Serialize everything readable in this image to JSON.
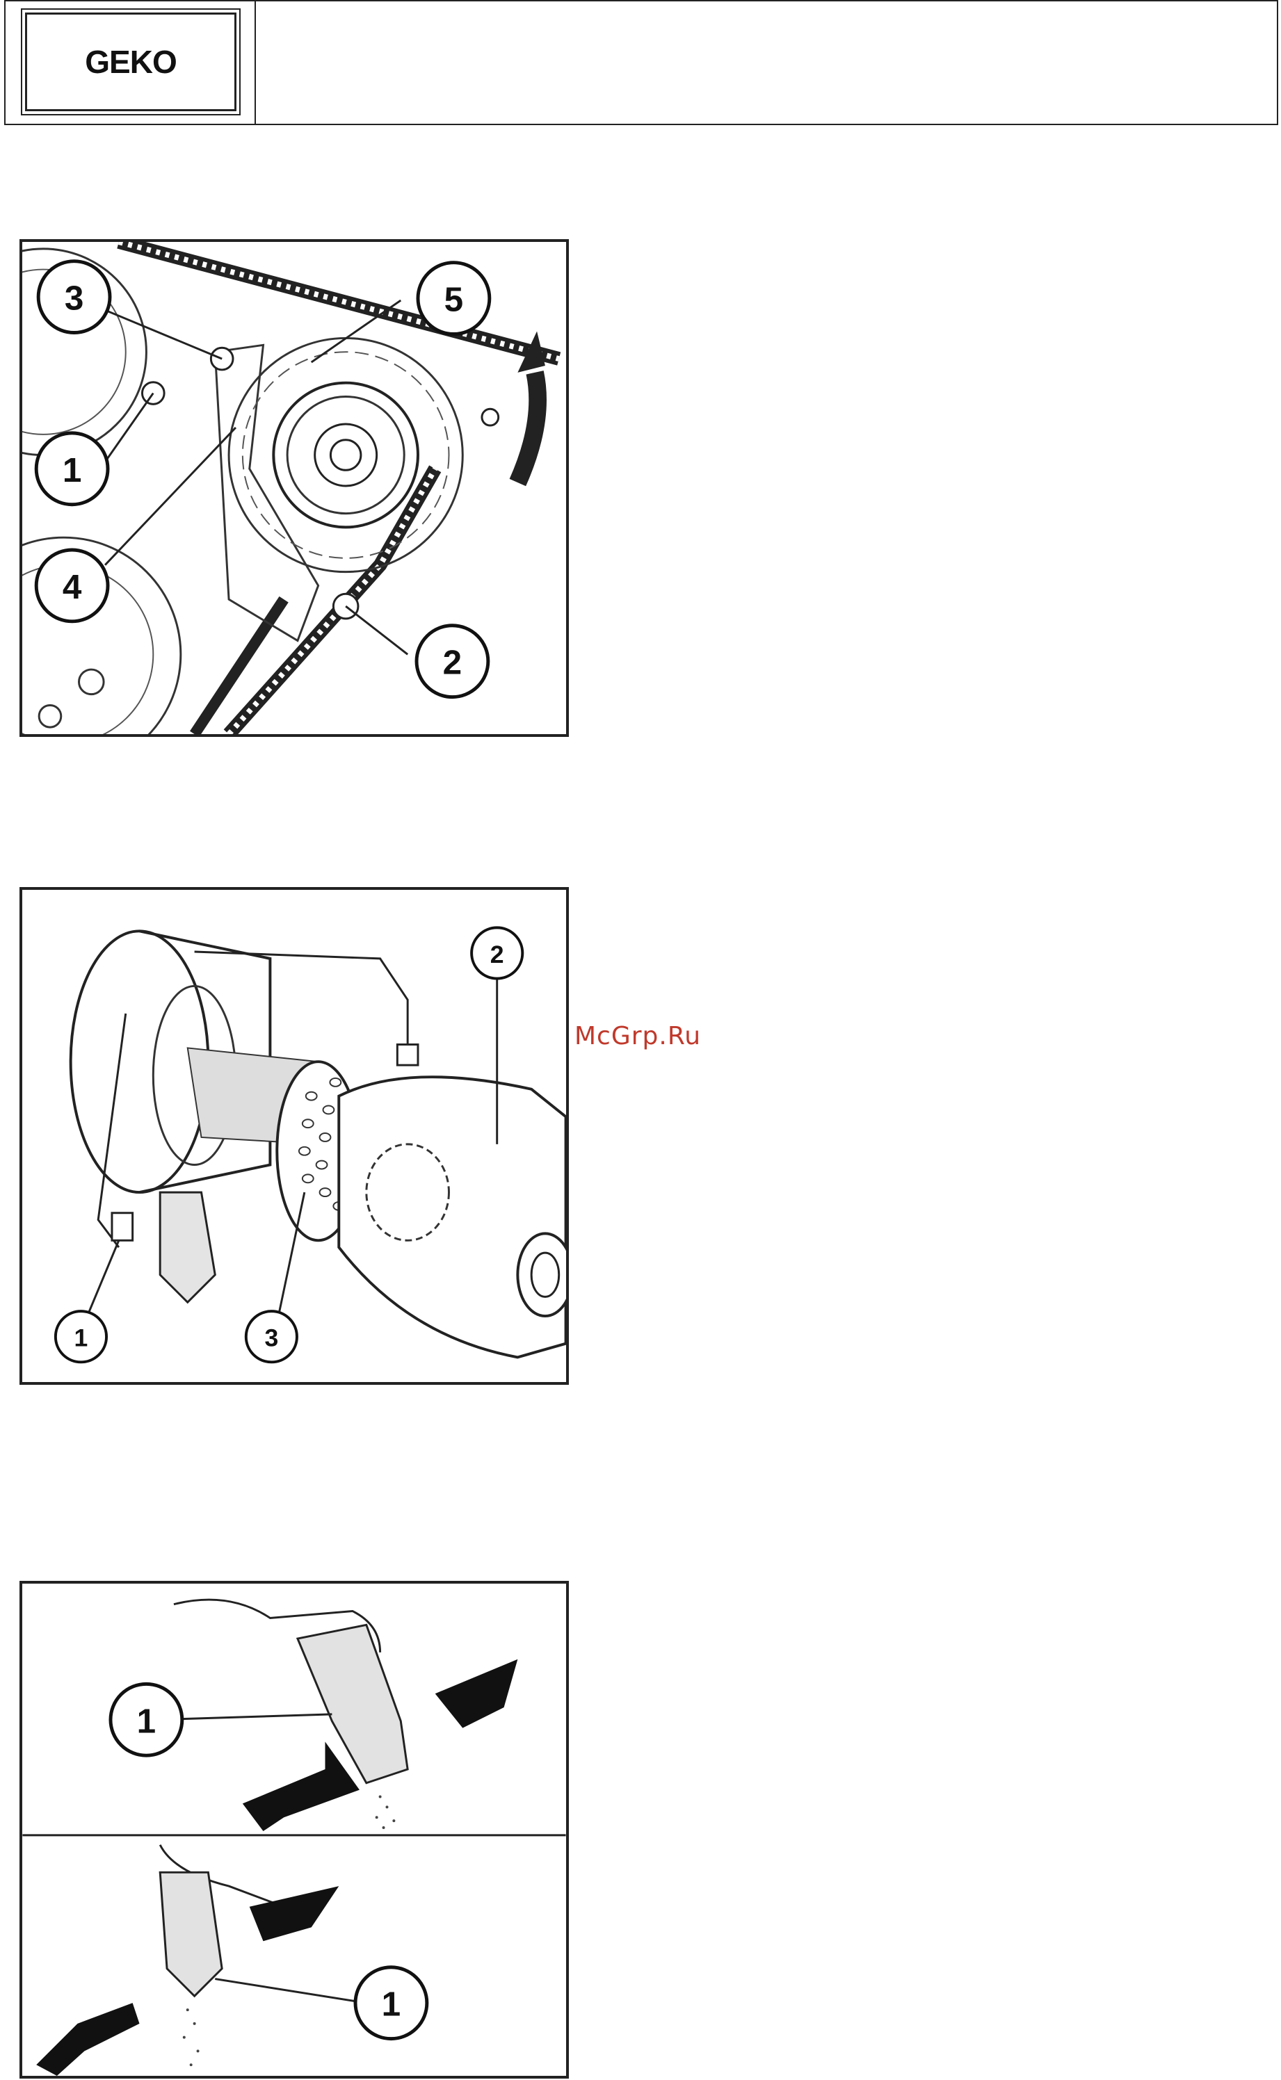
{
  "header": {
    "logo_text": "GEKO"
  },
  "watermark": "McGrp.Ru",
  "figures": [
    {
      "callouts": [
        "3",
        "5",
        "1",
        "4",
        "2"
      ]
    },
    {
      "callouts": [
        "2",
        "1",
        "3"
      ]
    },
    {
      "callouts": [
        "1",
        "1"
      ]
    }
  ],
  "colors": {
    "border": "#222222",
    "watermark": "#c0392b"
  }
}
